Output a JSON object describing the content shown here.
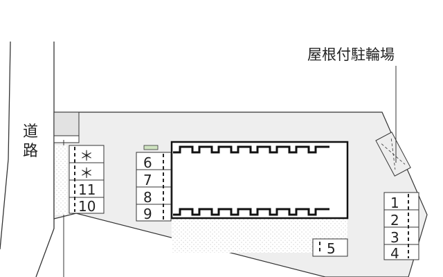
{
  "labels": {
    "road": [
      "道",
      "路"
    ],
    "bicycle_parking": "屋根付駐輪場"
  },
  "parking_spaces": {
    "left_column": [
      "＊",
      "＊",
      "11",
      "10"
    ],
    "middle_column": [
      "6",
      "7",
      "8",
      "9"
    ],
    "right_column": [
      "1",
      "2",
      "3",
      "4"
    ],
    "bottom_single": "5"
  },
  "colors": {
    "lot_fill": "#eeeeee",
    "line": "#222222",
    "building_fill": "#ffffff",
    "planting_dots": "#999999"
  }
}
